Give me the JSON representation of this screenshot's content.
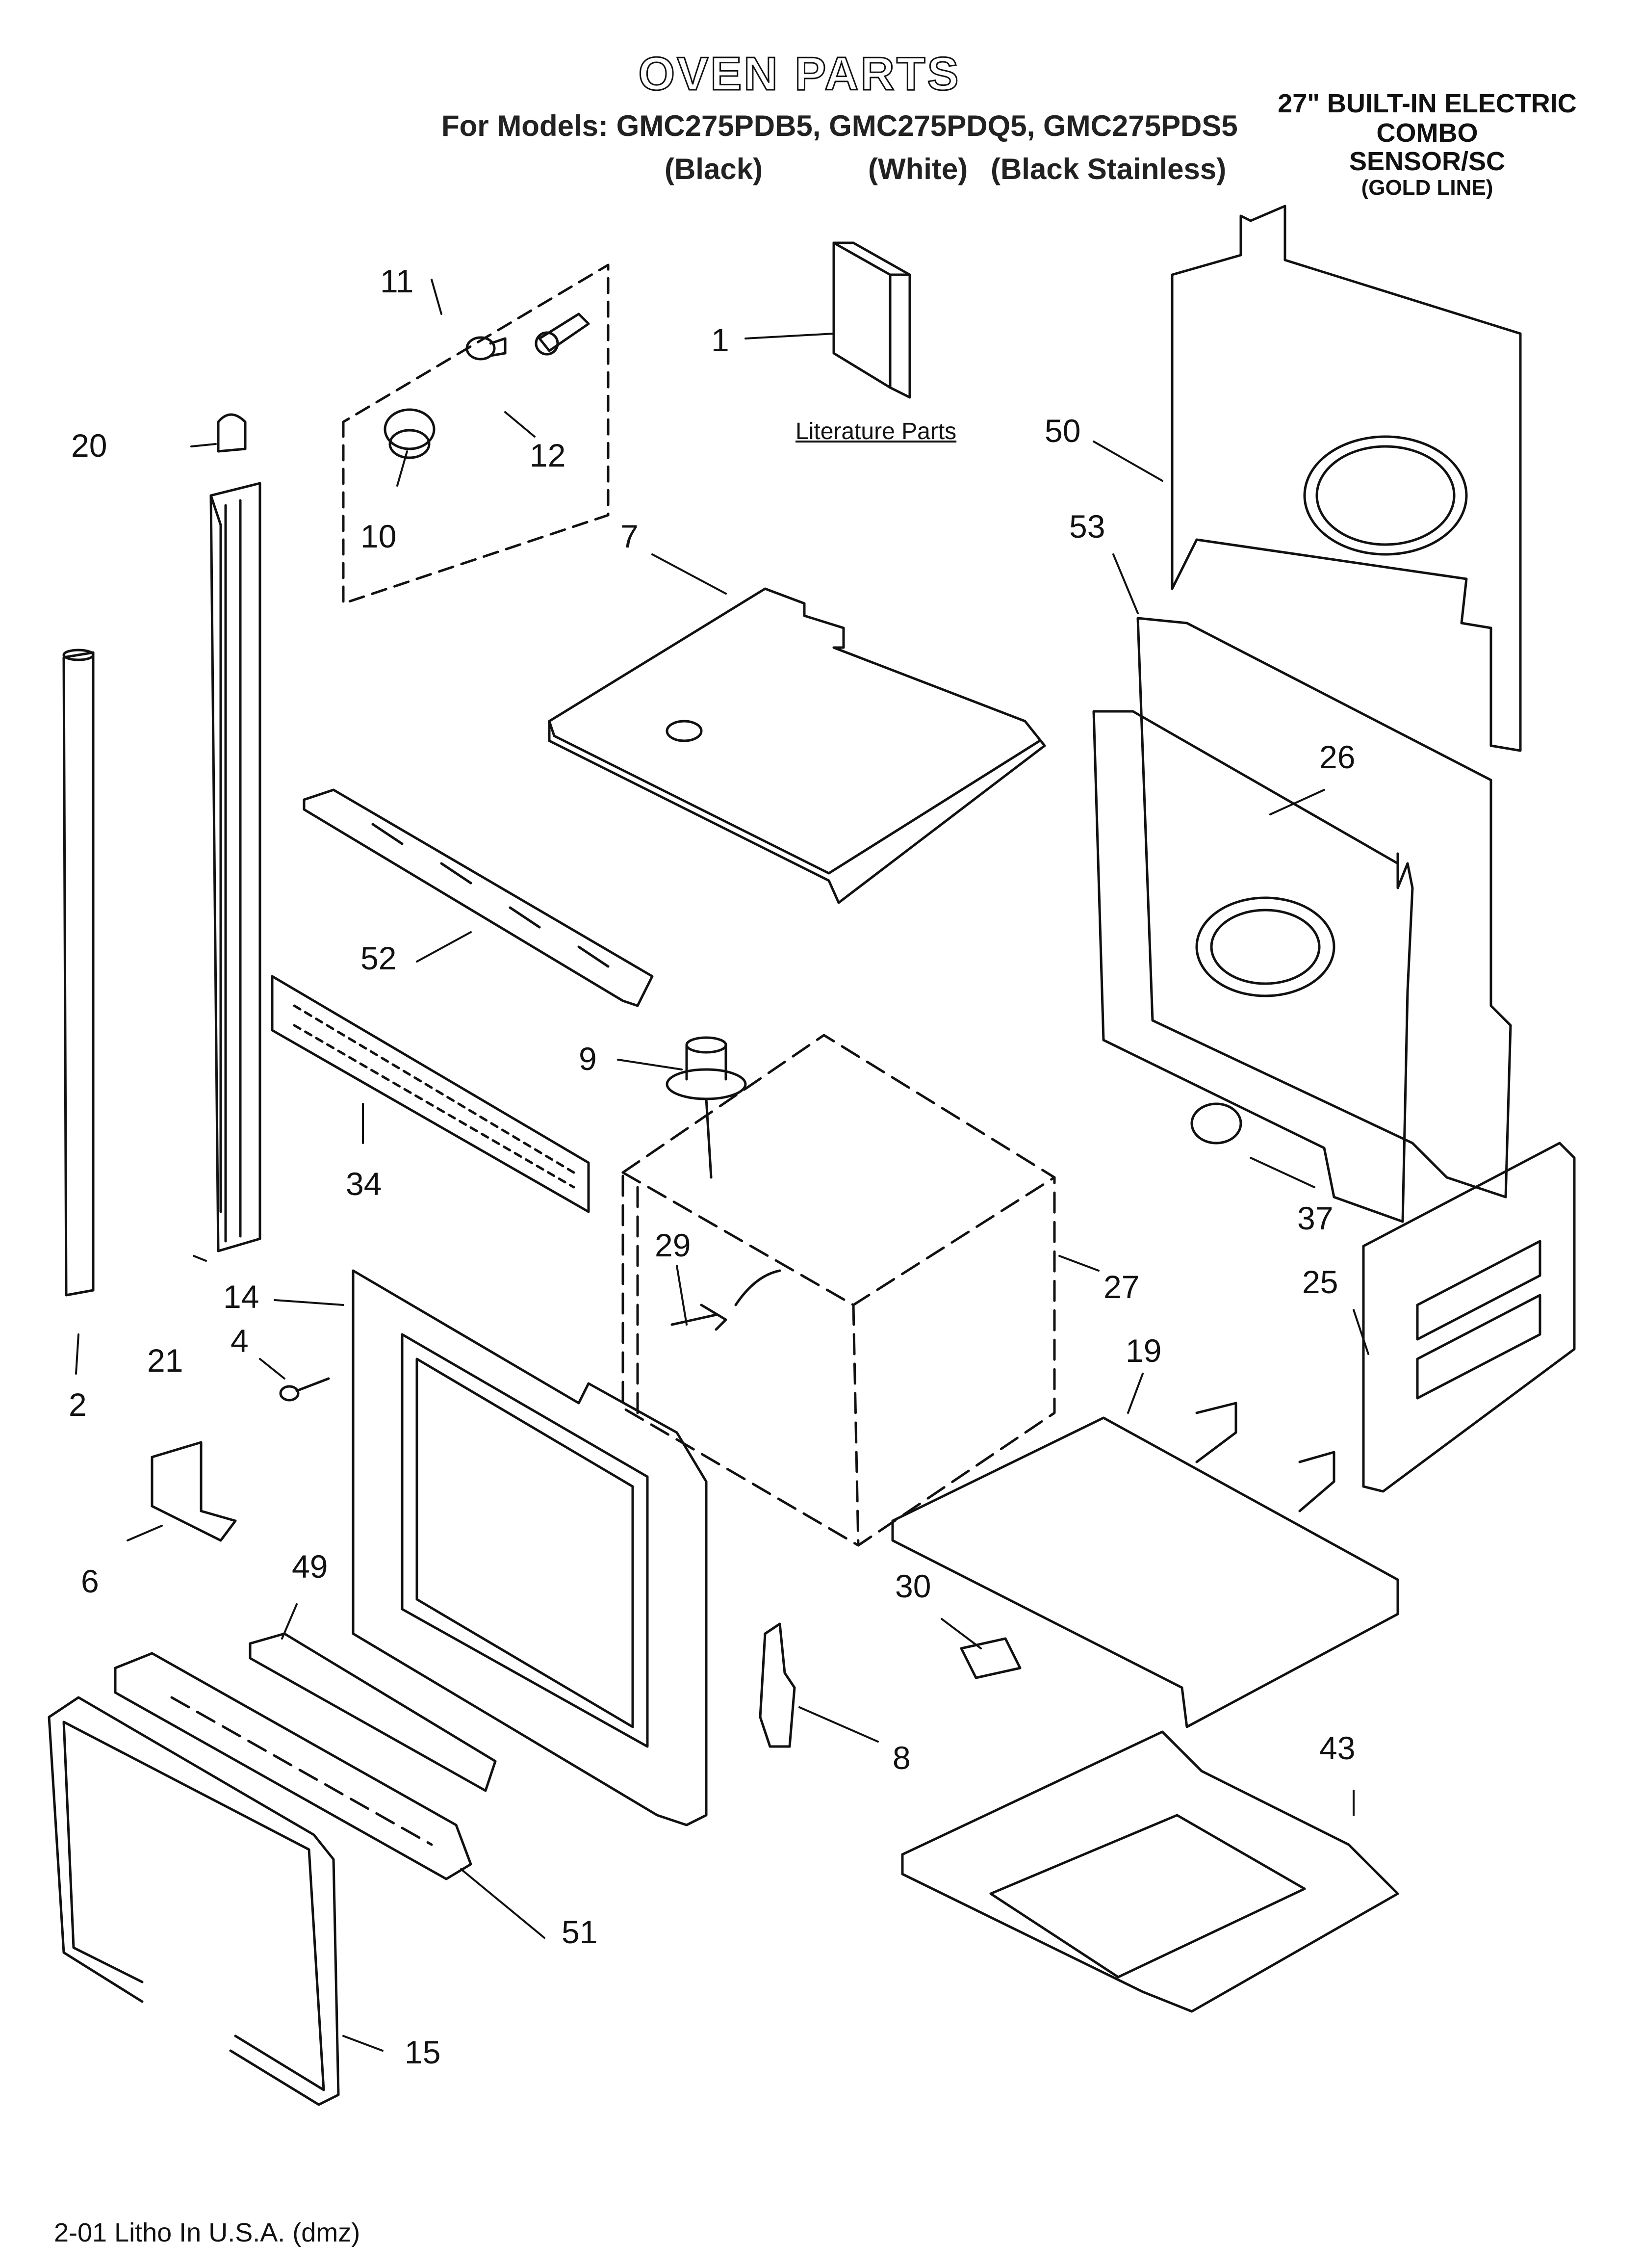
{
  "header": {
    "title": "OVEN PARTS",
    "models_line": "For Models: GMC275PDB5, GMC275PDQ5, GMC275PDS5",
    "variants": [
      "(Black)",
      "(White)",
      "(Black Stainless)"
    ]
  },
  "side_label": {
    "line1": "27\" BUILT-IN ELECTRIC",
    "line2": "COMBO",
    "line3": "SENSOR/SC",
    "line4": "(GOLD LINE)"
  },
  "literature_label": "Literature Parts",
  "footer": "2-01 Litho In U.S.A. (dmz)",
  "callouts": {
    "c1": "1",
    "c2": "2",
    "c4": "4",
    "c6": "6",
    "c7": "7",
    "c8": "8",
    "c9": "9",
    "c10": "10",
    "c11": "11",
    "c12": "12",
    "c14": "14",
    "c15": "15",
    "c19": "19",
    "c20": "20",
    "c21": "21",
    "c25": "25",
    "c26": "26",
    "c27": "27",
    "c29": "29",
    "c30": "30",
    "c34": "34",
    "c37": "37",
    "c43": "43",
    "c49": "49",
    "c50": "50",
    "c51": "51",
    "c52": "52",
    "c53": "53"
  }
}
